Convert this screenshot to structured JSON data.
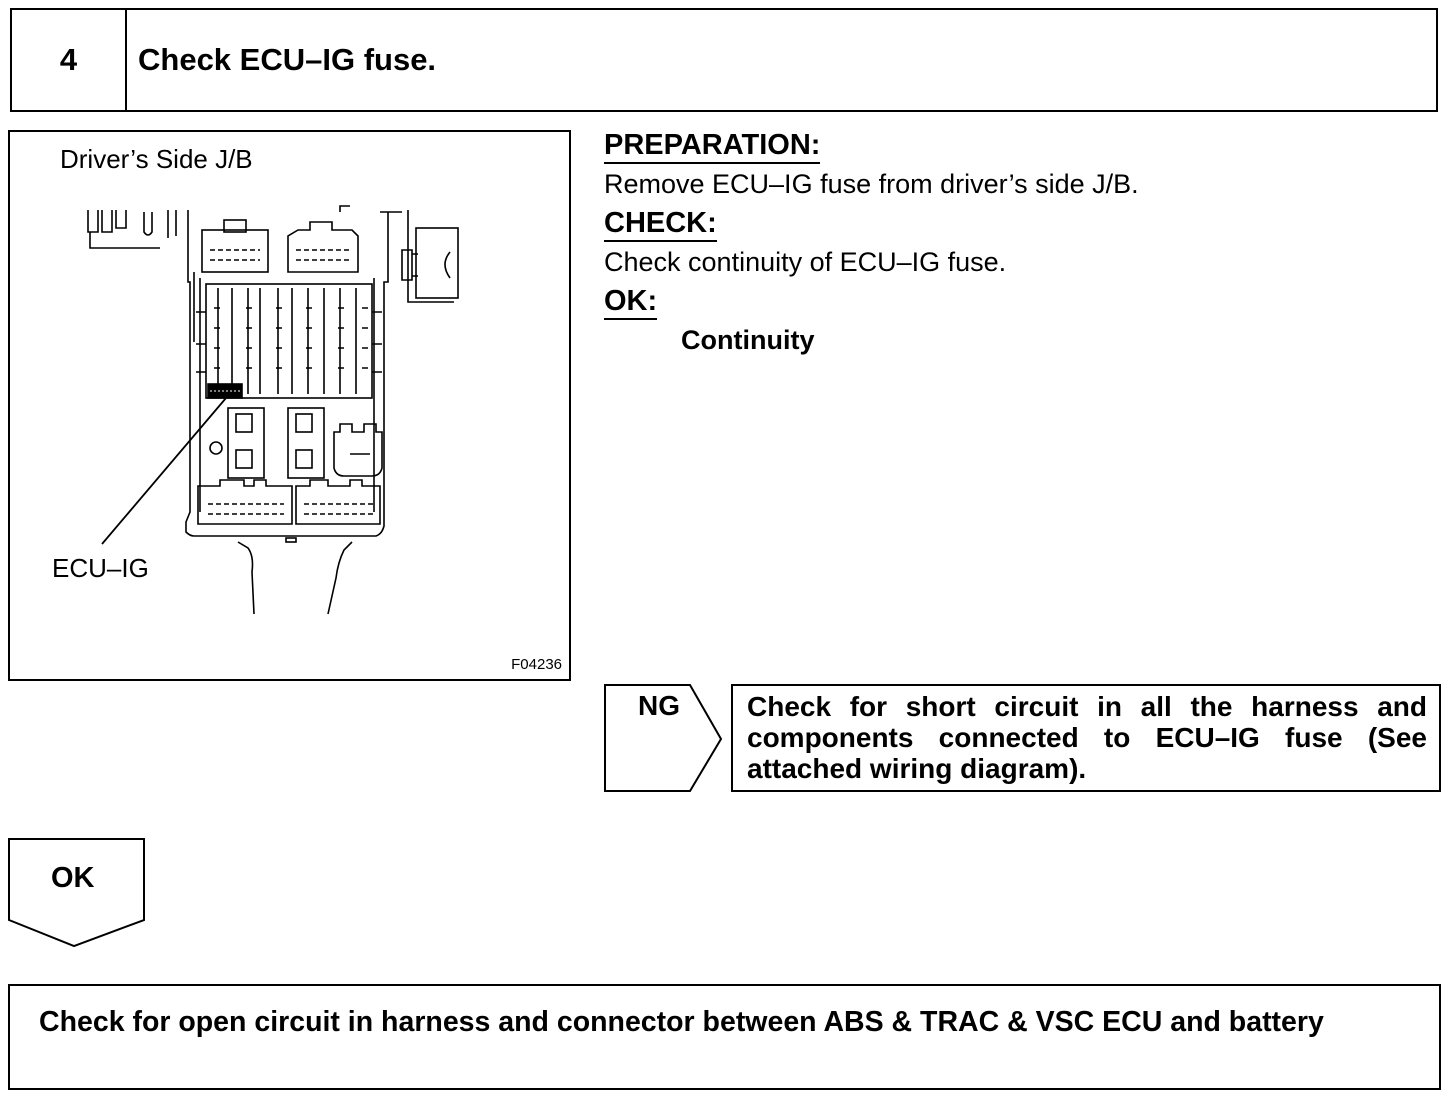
{
  "step": {
    "number": "4",
    "title": "Check ECU–IG fuse."
  },
  "figure": {
    "caption": "Driver’s Side J/B",
    "callout": "ECU–IG",
    "code": "F04236"
  },
  "instructions": {
    "preparation_heading": "PREPARATION:",
    "preparation_text": "Remove ECU–IG fuse from driver’s side J/B.",
    "check_heading": "CHECK:",
    "check_text": "Check continuity of ECU–IG fuse.",
    "ok_heading": "OK:",
    "ok_result": "Continuity"
  },
  "ng_branch": {
    "label": "NG",
    "action": "Check for short circuit in all the harness and components connected to ECU–IG fuse (See attached wiring diagram)."
  },
  "ok_branch": {
    "label": "OK"
  },
  "next_step": {
    "text": "Check for open circuit in harness and connector between ABS & TRAC & VSC ECU and battery"
  }
}
